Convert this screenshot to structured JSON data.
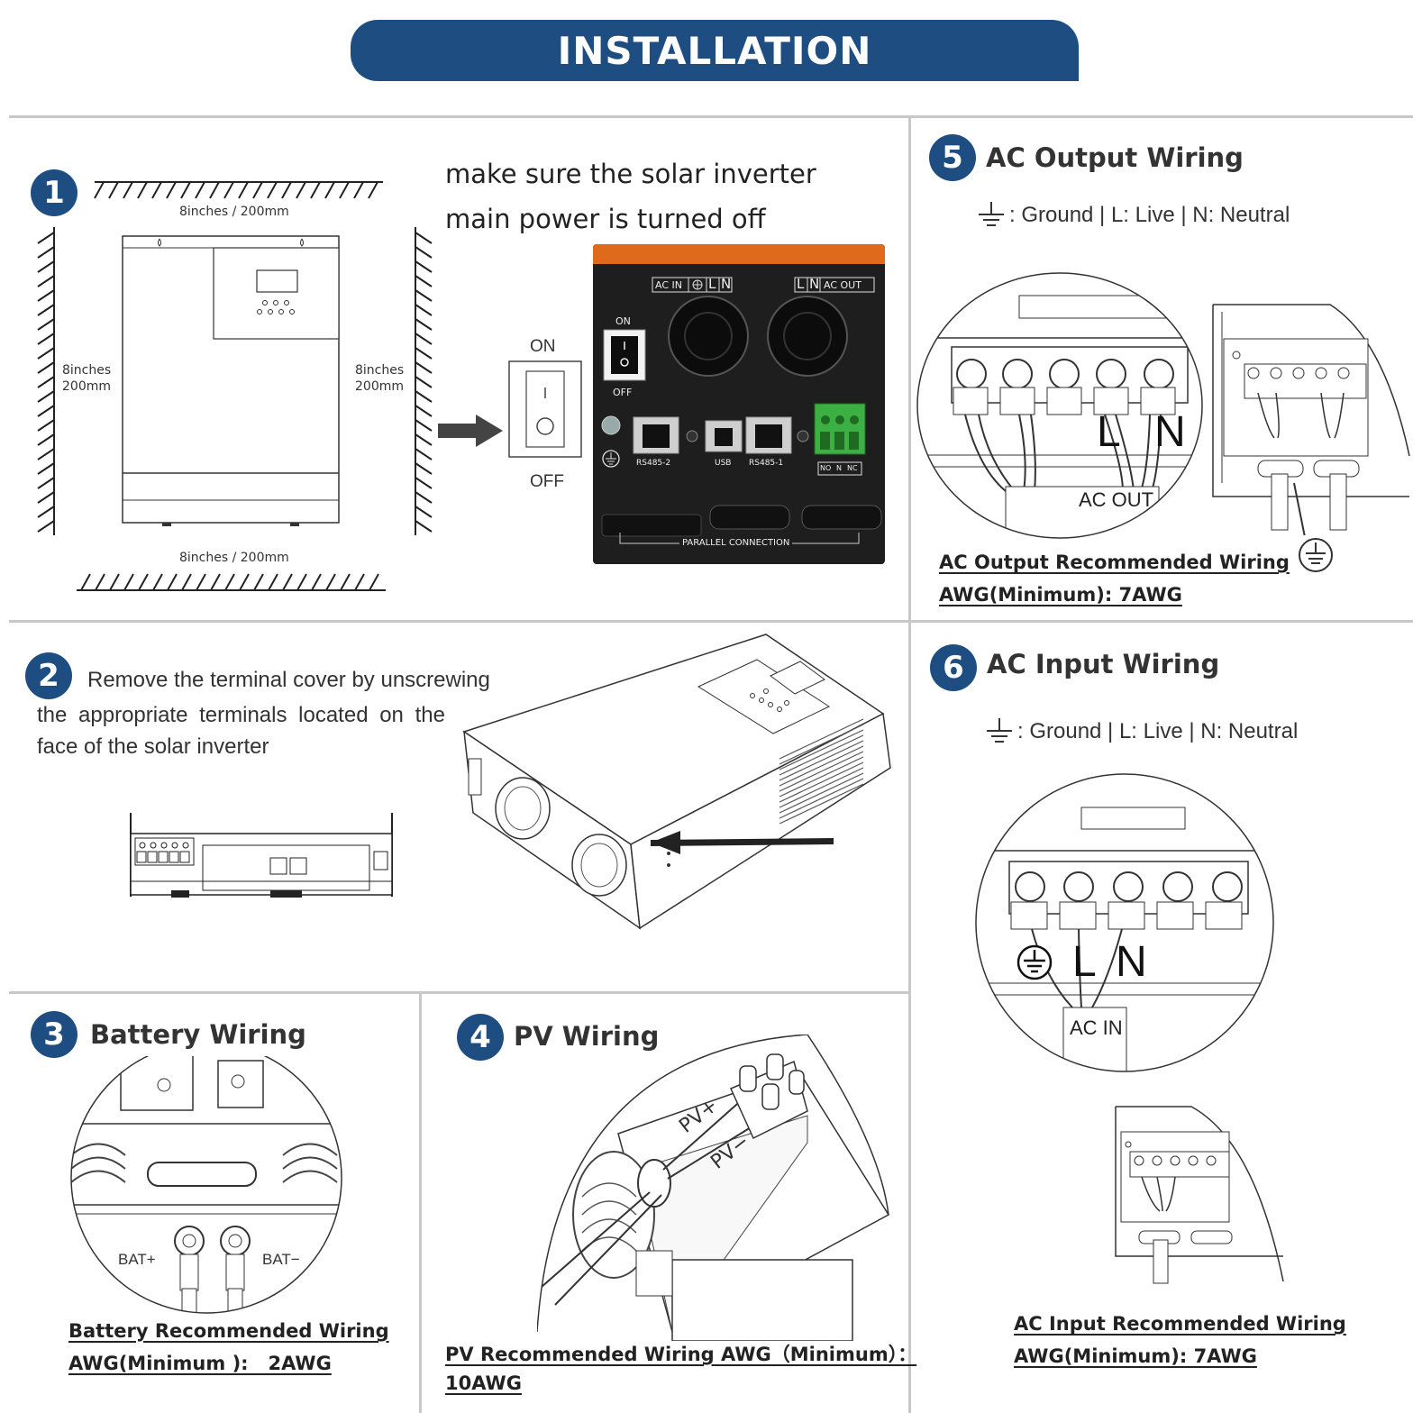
{
  "header": {
    "title": "INSTALLATION"
  },
  "step1": {
    "number": "1",
    "note_line1": "make sure the solar inverter",
    "note_line2": "main power is turned off",
    "clearance_top": "8inches / 200mm",
    "clearance_bottom": "8inches / 200mm",
    "clearance_left_1": "8inches",
    "clearance_left_2": "200mm",
    "clearance_right_1": "8inches",
    "clearance_right_2": "200mm",
    "switch_on": "ON",
    "switch_off": "OFF",
    "panel": {
      "ac_in": "AC IN",
      "ac_out": "AC OUT",
      "l": "L",
      "n": "N",
      "on": "ON",
      "off": "OFF",
      "port_1": "RS485-2",
      "port_2": "USB",
      "port_3": "RS485-1",
      "relay_no": "NO",
      "relay_n": "N",
      "relay_nc": "NC",
      "parallel": "PARALLEL CONNECTION"
    }
  },
  "step2": {
    "number": "2",
    "text_line1": "Remove the terminal cover by unscrewing",
    "text_line2": "the appropriate terminals located on the",
    "text_line3": "face of the solar inverter"
  },
  "step3": {
    "number": "3",
    "title": "Battery Wiring",
    "bat_plus": "BAT+",
    "bat_minus": "BAT−",
    "rec_line1": "Battery Recommended Wiring",
    "rec_line2": "AWG(Minimum ):   2AWG"
  },
  "step4": {
    "number": "4",
    "title": "PV Wiring",
    "pv_plus": "PV+",
    "pv_minus": "PV−",
    "rec_line1": "PV Recommended Wiring AWG（Minimum）：",
    "rec_line2": "10AWG"
  },
  "step5": {
    "number": "5",
    "title": "AC Output Wiring",
    "legend": ":  Ground |    L:  Live | N:  Neutral",
    "label_l": "L",
    "label_n": "N",
    "terminal_label": "AC OUT",
    "rec_line1": "AC Output Recommended Wiring",
    "rec_line2": "AWG(Minimum): 7AWG"
  },
  "step6": {
    "number": "6",
    "title": "AC Input Wiring",
    "legend": ":  Ground |    L:  Live | N:  Neutral",
    "label_l": "L",
    "label_n": "N",
    "terminal_label": "AC IN",
    "rec_line1": "AC Input Recommended Wiring",
    "rec_line2": "AWG(Minimum): 7AWG"
  },
  "colors": {
    "brand_blue": "#1e4d82",
    "panel_orange": "#e06a1c",
    "terminal_green": "#3cb043"
  },
  "icons": [
    "ground-icon",
    "arrow-right-icon",
    "rocker-switch-icon"
  ]
}
